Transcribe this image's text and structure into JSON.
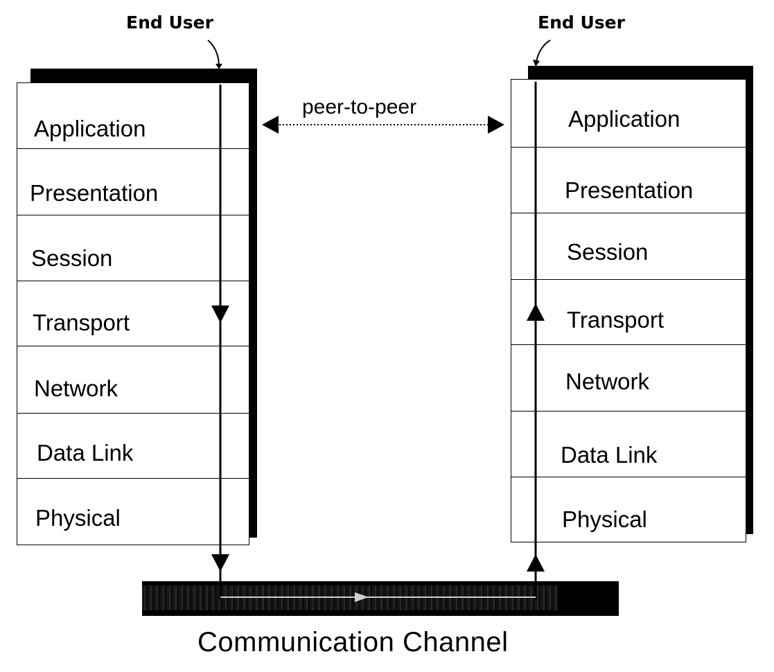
{
  "left_stack": {
    "end_user_label": "End User",
    "layers": [
      "Application",
      "Presentation",
      "Session",
      "Transport",
      "Network",
      "Data Link",
      "Physical"
    ]
  },
  "right_stack": {
    "end_user_label": "End User",
    "layers": [
      "Application",
      "Presentation",
      "Session",
      "Transport",
      "Network",
      "Data Link",
      "Physical"
    ]
  },
  "peer_link_label": "peer-to-peer",
  "channel_label": "Communication Channel"
}
